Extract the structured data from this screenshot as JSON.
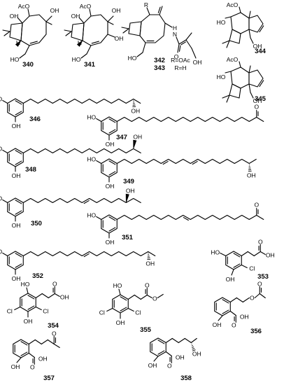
{
  "atom_labels": {
    "AcO": "AcO",
    "OH": "OH",
    "HO": "HO",
    "O": "O",
    "H": "H",
    "N": "N",
    "R": "R",
    "Cl": "Cl",
    "wedge_H": "H"
  },
  "compounds": [
    {
      "id": "340",
      "label": "340"
    },
    {
      "id": "341",
      "label": "341"
    },
    {
      "id": "342",
      "label": "342",
      "substituent": "R=OAc"
    },
    {
      "id": "343",
      "label": "343",
      "substituent": "R=H"
    },
    {
      "id": "344",
      "label": "344"
    },
    {
      "id": "345",
      "label": "345"
    },
    {
      "id": "346",
      "label": "346"
    },
    {
      "id": "347",
      "label": "347"
    },
    {
      "id": "348",
      "label": "348"
    },
    {
      "id": "349",
      "label": "349"
    },
    {
      "id": "350",
      "label": "350"
    },
    {
      "id": "351",
      "label": "351"
    },
    {
      "id": "352",
      "label": "352"
    },
    {
      "id": "353",
      "label": "353"
    },
    {
      "id": "354",
      "label": "354"
    },
    {
      "id": "355",
      "label": "355"
    },
    {
      "id": "356",
      "label": "356"
    },
    {
      "id": "357",
      "label": "357"
    },
    {
      "id": "358",
      "label": "358"
    }
  ]
}
